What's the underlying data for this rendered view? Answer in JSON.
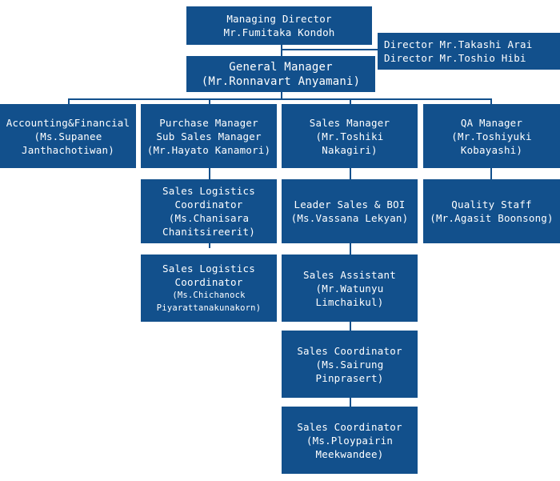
{
  "managing_director": {
    "title": "Managing Director",
    "name": "Mr.Fumitaka Kondoh"
  },
  "directors": [
    "Director Mr.Takashi Arai",
    "Director Mr.Toshio Hibi"
  ],
  "general_manager": {
    "title": "General Manager",
    "name": "(Mr.Ronnavart Anyamani)"
  },
  "departments": [
    {
      "lines": [
        "Accounting&Financial",
        "(Ms.Supanee",
        "Janthachotiwan)"
      ]
    },
    {
      "lines": [
        "Purchase Manager",
        "Sub Sales Manager",
        "(Mr.Hayato Kanamori)"
      ]
    },
    {
      "lines": [
        "Sales Manager",
        "(Mr.Toshiki",
        "Nakagiri)"
      ]
    },
    {
      "lines": [
        "QA Manager",
        "(Mr.Toshiyuki",
        "Kobayashi)"
      ]
    }
  ],
  "purchase_staff": [
    {
      "lines": [
        "Sales Logistics",
        "Coordinator",
        "(Ms.Chanisara",
        "Chanitsireerit)"
      ]
    },
    {
      "lines": [
        "Sales Logistics",
        "Coordinator",
        "(Ms.Chichanock",
        "Piyarattanakunakorn)"
      ]
    }
  ],
  "sales_staff": [
    {
      "lines": [
        "Leader Sales & BOI",
        "(Ms.Vassana Lekyan)"
      ]
    },
    {
      "lines": [
        "Sales Assistant",
        "(Mr.Watunyu",
        "Limchaikul)"
      ]
    },
    {
      "lines": [
        "Sales Coordinator",
        "(Ms.Sairung",
        "Pinprasert)"
      ]
    },
    {
      "lines": [
        "Sales Coordinator",
        "(Ms.Ploypairin",
        "Meekwandee)"
      ]
    }
  ],
  "qa_staff": [
    {
      "lines": [
        "Quality Staff",
        "(Mr.Agasit Boonsong)"
      ]
    }
  ],
  "colors": {
    "box": "#12508c",
    "text": "#ffffff",
    "background": "#ffffff"
  }
}
